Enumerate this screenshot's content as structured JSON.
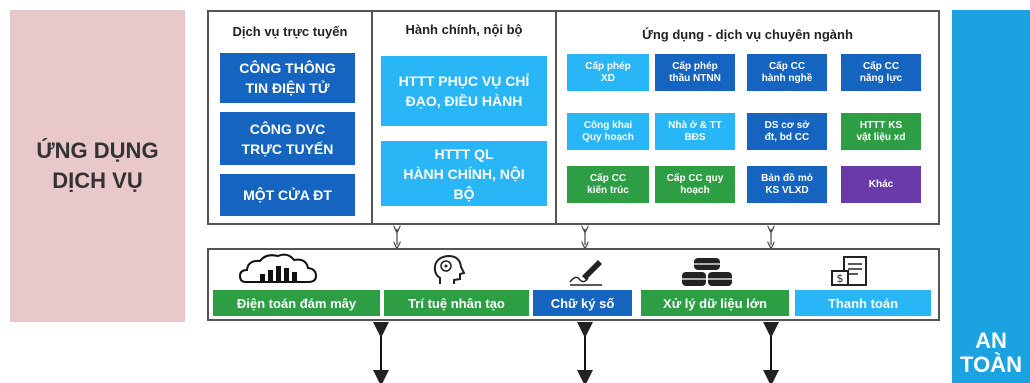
{
  "left_label": "ỨNG DỤNG\nDỊCH VỤ",
  "right_label": "AN\nTOÀN",
  "col1": {
    "title": "Dịch vụ trực tuyến",
    "items": [
      "CÔNG THÔNG\nTIN ĐIỆN TỬ",
      "CÔNG DVC\nTRỰC TUYẾN",
      "MỘT CỬA ĐT"
    ]
  },
  "col2": {
    "title": "Hành chính, nội bộ",
    "items": [
      "HTTT PHỤC VỤ CHỈ\nĐẠO, ĐIỀU HÀNH",
      "HTTT QL\nHÀNH CHÍNH, NỘI\nBỘ"
    ]
  },
  "col3": {
    "title": "Ứng dụng - dịch vụ chuyên ngành",
    "items": [
      "Cấp phép\nXD",
      "Cấp phép\nthầu NTNN",
      "Cấp CC\nhành nghề",
      "Cấp CC\nnăng lực",
      "Công khai\nQuy hoạch",
      "Nhà ở & TT\nBĐS",
      "DS cơ sở\nđt, bd CC",
      "HTTT KS\nvật liệu xd",
      "Cấp CC\nkiến trúc",
      "Cấp CC quy\nhoạch",
      "Bản đồ mỏ\nKS VLXD",
      "Khác"
    ],
    "colors": [
      "#29b6f6",
      "#1565c0",
      "#1565c0",
      "#1565c0",
      "#29b6f6",
      "#29b6f6",
      "#1565c0",
      "#2e9e45",
      "#2e9e45",
      "#2e9e45",
      "#1565c0",
      "#6a3aa8"
    ]
  },
  "services": [
    {
      "label": "Điện toán đám mây",
      "icon": "cloud-chart-icon",
      "color": "#2e9e45"
    },
    {
      "label": "Trí tuệ nhân tạo",
      "icon": "brain-head-icon",
      "color": "#2e9e45"
    },
    {
      "label": "Chữ ký số",
      "icon": "signature-pen-icon",
      "color": "#1565c0"
    },
    {
      "label": "Xử lý dữ liệu lớn",
      "icon": "database-icon",
      "color": "#2e9e45"
    },
    {
      "label": "Thanh toán",
      "icon": "payment-icon",
      "color": "#29b6f6"
    }
  ]
}
